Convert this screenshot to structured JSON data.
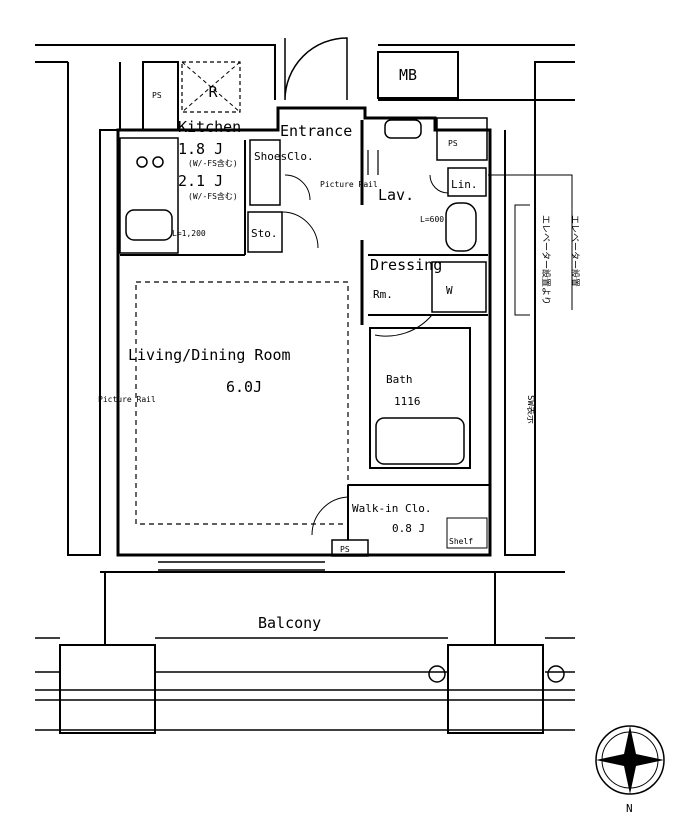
{
  "rooms": {
    "kitchen": "Kitchen",
    "kitchen_size_1": "1.8 J",
    "kitchen_note_1": "(W/-FS含む)",
    "kitchen_size_2": "2.1 J",
    "kitchen_note_2": "(W/-FS含む)",
    "entrance": "Entrance",
    "shoes_closet": "ShoesClo.",
    "picture_rail_entrance": "Picture Rail",
    "lavatory": "Lav.",
    "linen": "Lin.",
    "storage": "Sto.",
    "dressing_1": "Dressing",
    "dressing_2": "Rm.",
    "washer": "W",
    "living": "Living/Dining Room",
    "living_size": "6.0J",
    "picture_rail_living": "Picture Rail",
    "bath": "Bath",
    "bath_size": "1116",
    "walkin": "Walk-in Clo.",
    "walkin_size": "0.8 J",
    "shelf": "Shelf",
    "balcony": "Balcony"
  },
  "fixtures": {
    "meter_box": "MB",
    "pipe_space_1": "PS",
    "pipe_space_2": "PS",
    "pipe_space_3": "PS",
    "fridge": "R",
    "counter_length": "L=1,200",
    "lav_length": "L=600"
  },
  "annotations": {
    "elevator_1": "エレベーター設置",
    "elevator_2": "エレベーター設置より",
    "note_3": "SW表示"
  },
  "compass": {
    "north": "N"
  }
}
